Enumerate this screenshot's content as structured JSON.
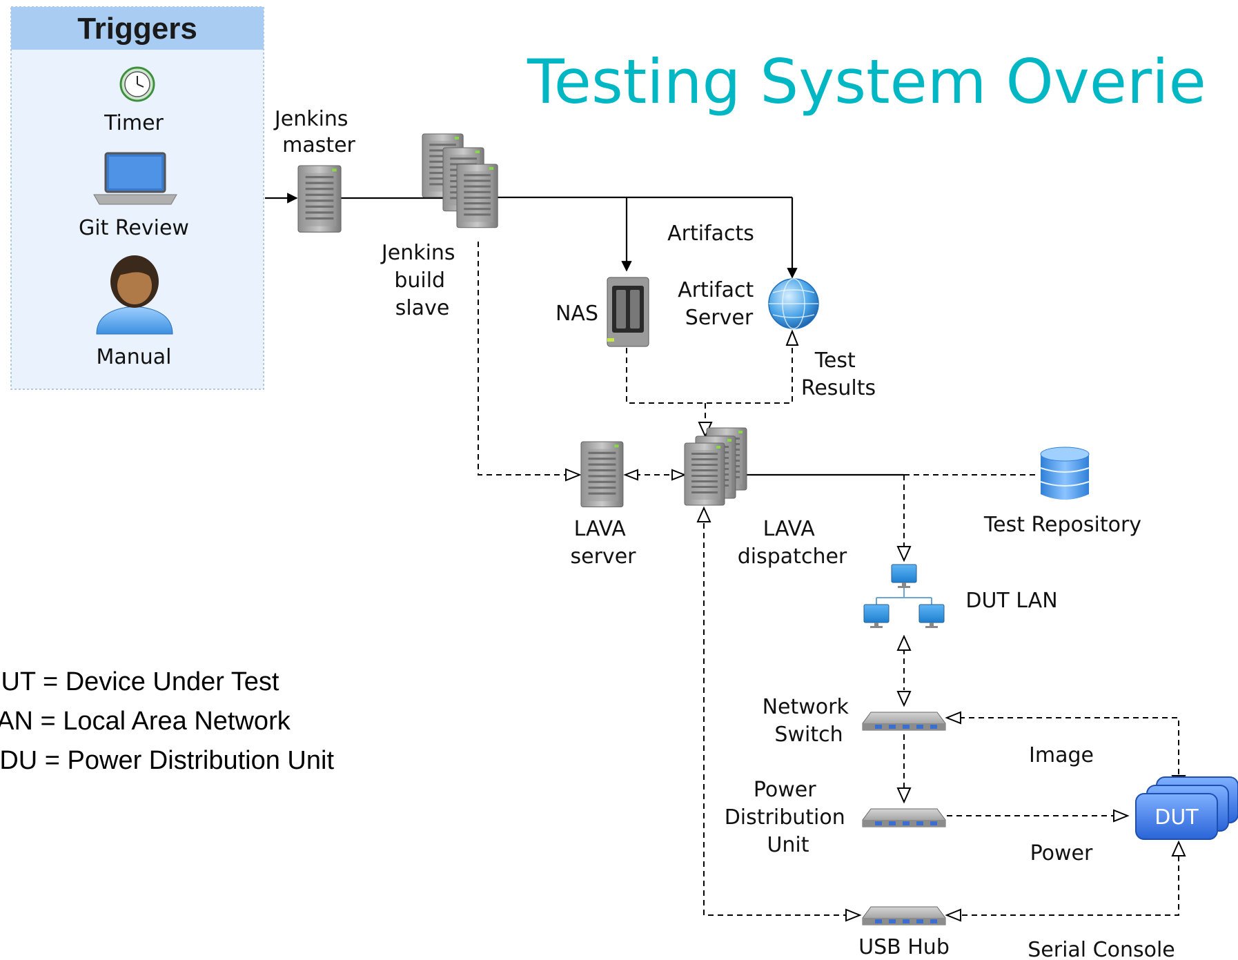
{
  "title": "Testing System Overie",
  "colors": {
    "title": "#00b7c3",
    "triggers_header": "#a9ccf2",
    "triggers_bg": "#eaf3fd",
    "dut": "#3c7de8"
  },
  "triggers": {
    "header": "Triggers",
    "items": [
      {
        "label": "Timer",
        "icon": "clock-icon"
      },
      {
        "label": "Git Review",
        "icon": "laptop-icon"
      },
      {
        "label": "Manual",
        "icon": "person-icon"
      }
    ]
  },
  "nodes": {
    "jenkins_master": [
      "Jenkins",
      "master"
    ],
    "jenkins_slave": [
      "Jenkins",
      "build",
      "slave"
    ],
    "artifacts": "Artifacts",
    "nas": "NAS",
    "artifact_server": [
      "Artifact",
      "Server"
    ],
    "test_results": [
      "Test",
      "Results"
    ],
    "lava_server": [
      "LAVA",
      "server"
    ],
    "lava_dispatcher": [
      "LAVA",
      "dispatcher"
    ],
    "test_repository": "Test Repository",
    "dut_lan": "DUT LAN",
    "network_switch": [
      "Network",
      "Switch"
    ],
    "pdu": [
      "Power",
      "Distribution",
      "Unit"
    ],
    "image": "Image",
    "power": "Power",
    "dut": "DUT",
    "usb_hub": "USB Hub",
    "serial_console": "Serial Console"
  },
  "legend": [
    "DUT = Device Under Test",
    "LAN = Local Area Network",
    "PDU = Power Distribution Unit"
  ]
}
